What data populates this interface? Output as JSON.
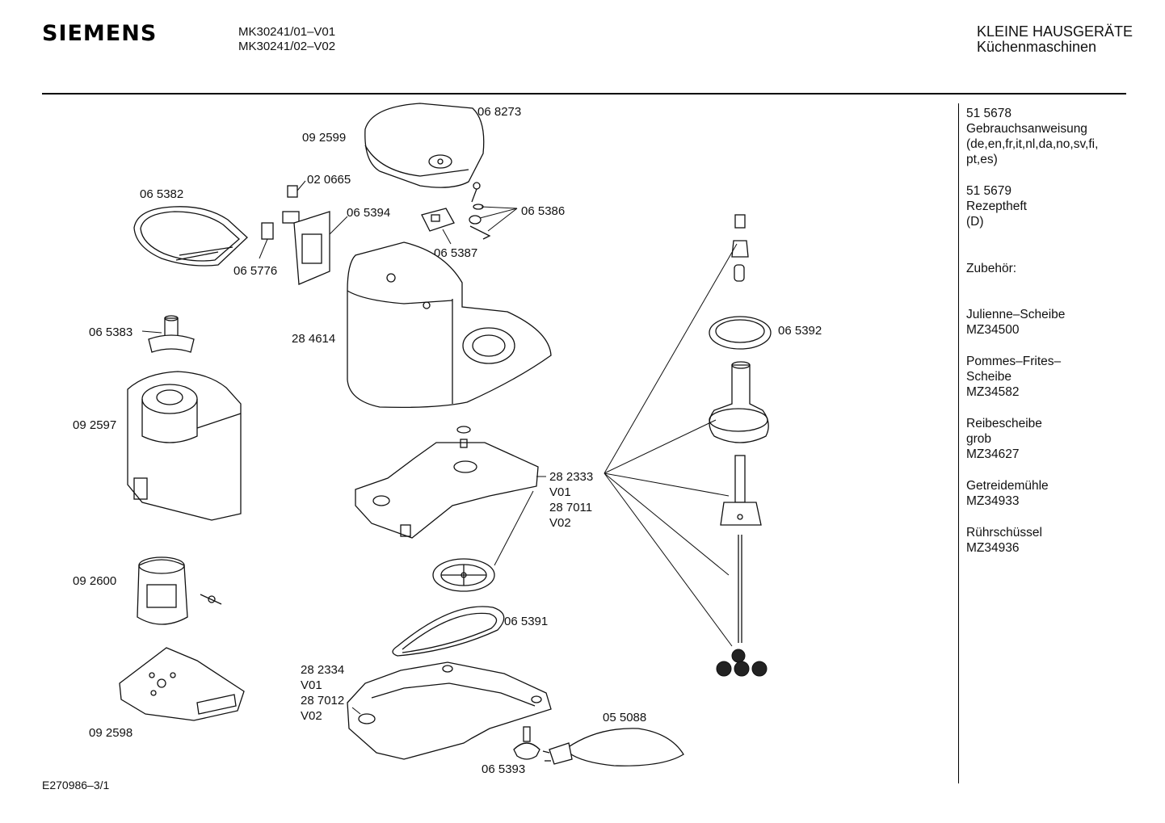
{
  "header": {
    "brand": "SIEMENS",
    "model_1": "MK30241/01–V01",
    "model_2": "MK30241/02–V02",
    "category_1": "KLEINE HAUSGERÄTE",
    "category_2": "Küchenmaschinen"
  },
  "sidebar": [
    {
      "lines": [
        "51 5678",
        "Gebrauchsanweisung",
        "(de,en,fr,it,nl,da,no,sv,fi,",
        "pt,es)"
      ]
    },
    {
      "lines": [
        "51 5679",
        "Rezeptheft",
        "(D)"
      ]
    },
    {
      "lines": [
        "Zubehör:"
      ]
    },
    {
      "lines": [
        "Julienne–Scheibe",
        "MZ34500"
      ]
    },
    {
      "lines": [
        "Pommes–Frites–",
        "Scheibe",
        "MZ34582"
      ]
    },
    {
      "lines": [
        "Reibescheibe",
        "grob",
        "MZ34627"
      ]
    },
    {
      "lines": [
        "Getreidemühle",
        "MZ34933"
      ]
    },
    {
      "lines": [
        "Rührschüssel",
        "MZ34936"
      ]
    }
  ],
  "parts": {
    "p068273": "06 8273",
    "p092599": "09 2599",
    "p020665": "02 0665",
    "p065382": "06 5382",
    "p065394": "06 5394",
    "p065386": "06 5386",
    "p065387": "06 5387",
    "p065776": "06 5776",
    "p065383": "06 5383",
    "p284614": "28 4614",
    "p065392": "06 5392",
    "p092597": "09 2597",
    "p282333": "28 2333",
    "p282333v": "V01",
    "p287011": "28 7011",
    "p287011v": "V02",
    "p092600": "09 2600",
    "p065391": "06 5391",
    "p282334": "28 2334",
    "p282334v": "V01",
    "p287012": "28 7012",
    "p287012v": "V02",
    "p055088": "05 5088",
    "p092598": "09 2598",
    "p065393": "06 5393"
  },
  "footer": {
    "code": "E270986–3/1"
  }
}
